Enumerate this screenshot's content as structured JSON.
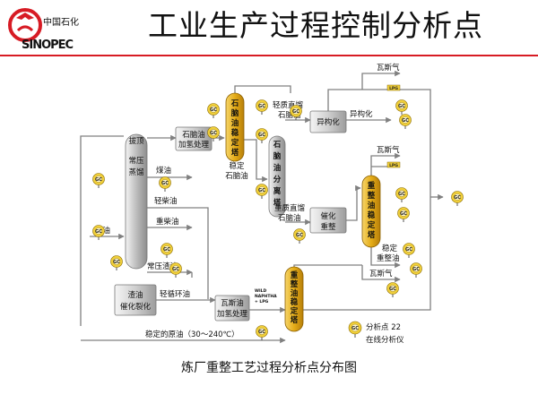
{
  "header": {
    "logo_text": "中国石化",
    "logo_brand": "SINOPEC",
    "title": "工业生产过程控制分析点"
  },
  "caption": "炼厂重整工艺过程分析点分布图",
  "columns": {
    "atmospheric_col": {
      "top_label": "拔顶",
      "body_label": "常压蒸馏"
    },
    "naphtha_stabilizer": [
      "石",
      "脑",
      "油",
      "稳",
      "定",
      "塔"
    ],
    "naphtha_splitter": [
      "石",
      "脑",
      "油",
      "分",
      "离",
      "塔"
    ],
    "reformate_stabilizer": [
      "重",
      "整",
      "油",
      "稳",
      "定",
      "塔"
    ],
    "reformer_stabilizer2": [
      "重",
      "整",
      "油",
      "稳",
      "定",
      "塔"
    ]
  },
  "boxes": {
    "naphtha_hydro": [
      "石脑油",
      "加氢处理"
    ],
    "isomerization": "异构化",
    "catalytic_reforming": [
      "催化",
      "重整"
    ],
    "resid_cracking": [
      "渣油",
      "催化裂化"
    ],
    "wilds_hydro": [
      "瓦斯油",
      "加氢处理"
    ]
  },
  "labels": {
    "crude": "原油",
    "kerosene": "煤油",
    "light_diesel": "轻柴油",
    "heavy_diesel": "重柴油",
    "atm_resid": "常压渣油",
    "light_cycle_oil": "轻循环油",
    "stable_crude": "稳定的原油（30～240℃）",
    "stable_naphtha": [
      "稳定",
      "石脑油"
    ],
    "light_straight_naphtha": [
      "轻质直馏",
      "石脑油"
    ],
    "heavy_straight_naphtha": [
      "重质直馏",
      "石脑油"
    ],
    "isomerate": "异构化",
    "gas1": "瓦斯气",
    "gas2": "瓦斯气",
    "gas3": "瓦斯气",
    "stable_reformate": [
      "稳定",
      "重整油"
    ],
    "wild_naphtha": [
      "WILD",
      "NAPHTHA",
      "+ LPG"
    ]
  },
  "markers": {
    "gc": "GC",
    "lpg": "LPG"
  },
  "legend": {
    "gc": "GC",
    "line1": "分析点 22",
    "line2": "在线分析仪"
  },
  "colors": {
    "rule": "#d71b24",
    "column_gold": "#e4ac17",
    "column_grey": "#c8c8c8",
    "gc_fill": "#f0cf3a",
    "flow_line": "#808080"
  }
}
